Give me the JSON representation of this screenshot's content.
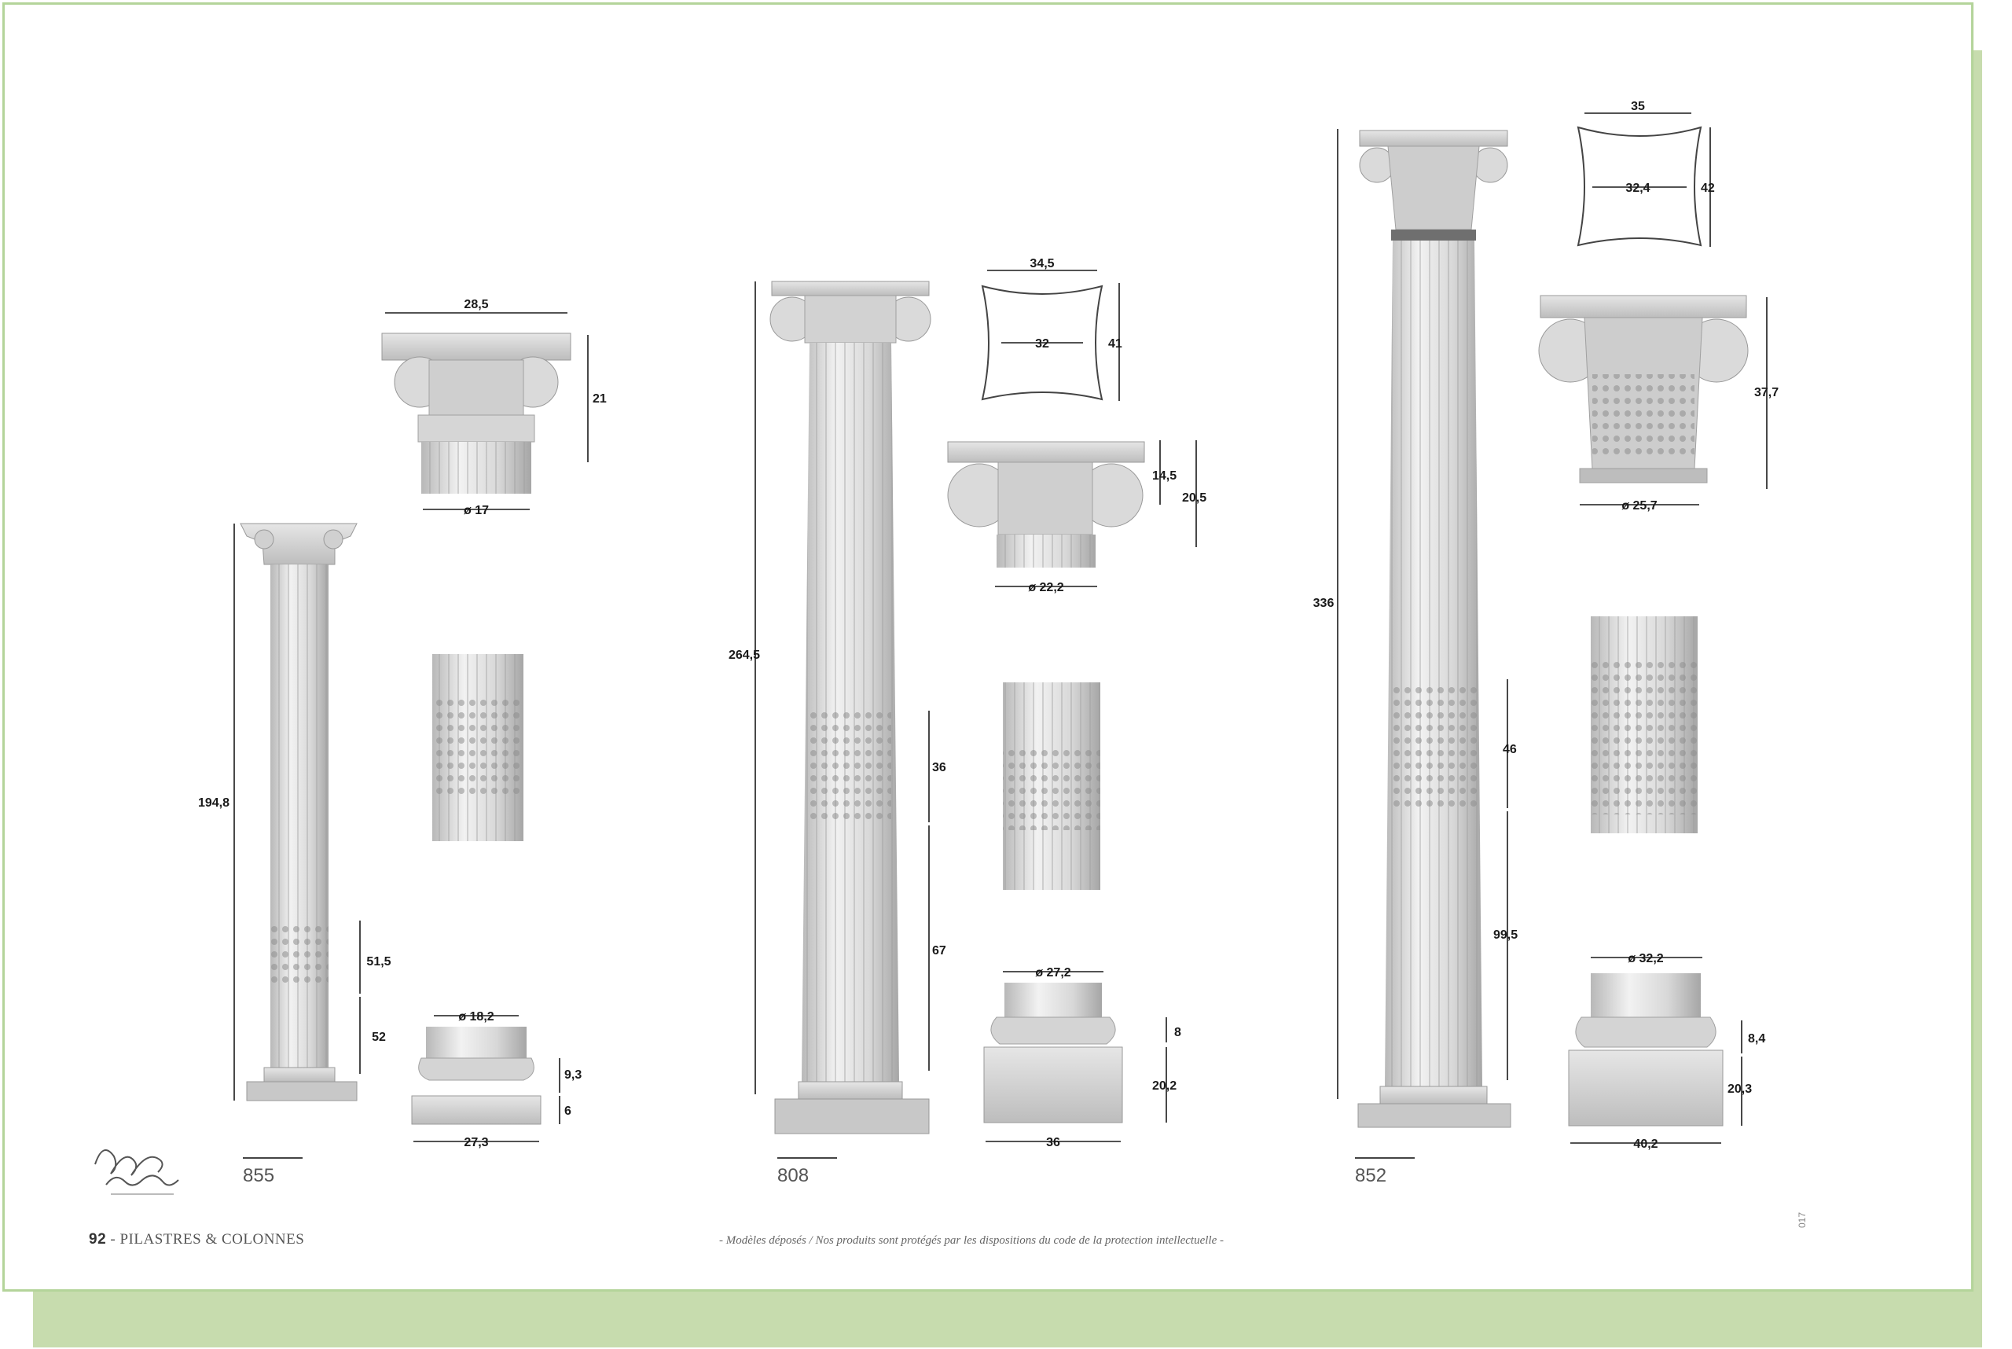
{
  "footer": {
    "page_number": "92",
    "section_title": "PILASTRES & COLONNES",
    "legal_notice": "- Modèles déposés / Nos produits sont protégés par les dispositions du code de la protection intellectuelle -",
    "ref_code": "017"
  },
  "colors": {
    "frame": "#b4d49a",
    "shadow": "#c7dcae"
  },
  "columns": [
    {
      "model": "855",
      "style": "corinthian",
      "dims": {
        "height": "194,8",
        "capital_width": "28,5",
        "capital_height": "21",
        "capital_diam": "ø 17",
        "band": "51,5",
        "lower": "52",
        "base_diam": "ø 18,2",
        "base_h1": "9,3",
        "base_h2": "6",
        "base_width": "27,3"
      }
    },
    {
      "model": "808",
      "style": "ionic",
      "dims": {
        "height": "264,5",
        "abacus_width": "34,5",
        "abacus_inner": "32",
        "abacus_depth": "41",
        "capital_h1": "14,5",
        "capital_h2": "20,5",
        "capital_diam": "ø 22,2",
        "band": "36",
        "lower": "67",
        "base_diam": "ø 27,2",
        "base_h1": "8",
        "base_h2": "20,2",
        "base_width": "36"
      }
    },
    {
      "model": "852",
      "style": "corinthian",
      "dims": {
        "height": "336",
        "abacus_width": "35",
        "abacus_inner": "32,4",
        "abacus_depth": "42",
        "capital_height": "37,7",
        "capital_diam": "ø 25,7",
        "band": "46",
        "lower": "99,5",
        "base_diam": "ø 32,2",
        "base_h1": "8,4",
        "base_h2": "20,3",
        "base_width": "40,2"
      }
    }
  ]
}
